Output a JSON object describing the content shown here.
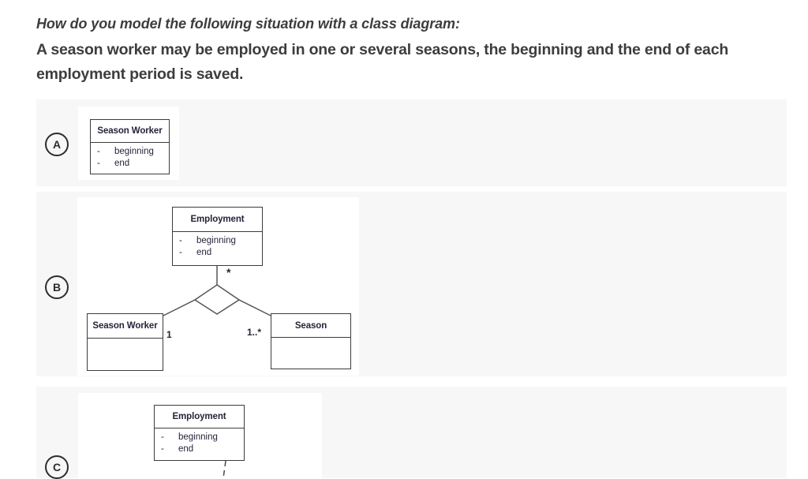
{
  "question": {
    "heading": "How do you model the following situation with a class diagram:",
    "body_lines": [
      "A season worker may be employed in one or several seasons, the beginning and the end of each",
      "employment period is saved."
    ]
  },
  "uml": {
    "dash": "-"
  },
  "colors": {
    "panel_bg": "#f7f7f7",
    "question_text": "#3d3d3d",
    "diagram_line": "#555555",
    "diagram_text": "#24243a"
  },
  "options": [
    {
      "label": "A",
      "classes": [
        {
          "name": "Season Worker",
          "attributes": [
            "beginning",
            "end"
          ]
        }
      ]
    },
    {
      "label": "B",
      "classes": [
        {
          "name": "Employment",
          "attributes": [
            "beginning",
            "end"
          ]
        },
        {
          "name": "Season Worker",
          "attributes": []
        },
        {
          "name": "Season",
          "attributes": []
        }
      ],
      "multiplicities": {
        "employment": "*",
        "season_worker": "1",
        "season": "1..*"
      }
    },
    {
      "label": "C",
      "classes": [
        {
          "name": "Employment",
          "attributes": [
            "beginning",
            "end"
          ]
        }
      ]
    }
  ]
}
